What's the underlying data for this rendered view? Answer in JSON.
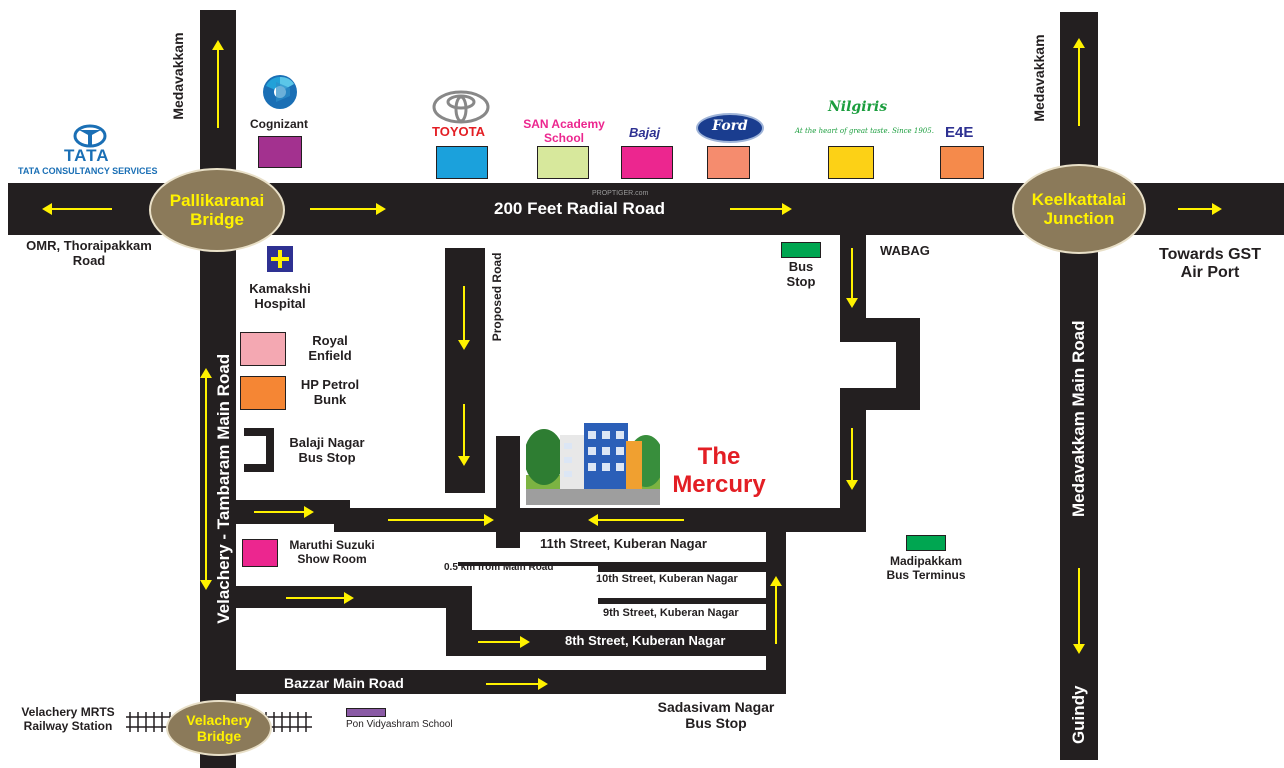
{
  "roads": {
    "radial": "200 Feet Radial Road",
    "velachery_tambaram": "Velachery - Tambaram Main Road",
    "medavakkam_main": "Medavakkam Main Road",
    "medavakkam_left": "Medavakkam",
    "medavakkam_right": "Medavakkam",
    "proposed": "Proposed Road",
    "street11": "11th Street, Kuberan Nagar",
    "street10": "10th Street, Kuberan Nagar",
    "street9": "9th Street, Kuberan Nagar",
    "street8": "8th Street, Kuberan Nagar",
    "bazzar": "Bazzar Main Road",
    "distance_note": "0.5 km from Main Road",
    "guindy": "Guindy"
  },
  "junctions": {
    "pallikaranai": "Pallikaranai\nBridge",
    "keelkattalai": "Keelkattalai\nJunction",
    "velachery_bridge": "Velachery\nBridge"
  },
  "directions": {
    "omr": "OMR, Thoraipakkam\nRoad",
    "gst": "Towards GST\nAir Port",
    "mrts": "Velachery MRTS\nRailway Station"
  },
  "brands": {
    "cognizant": "Cognizant",
    "tata": "TATA",
    "tata_sub": "TATA CONSULTANCY SERVICES",
    "toyota": "TOYOTA",
    "san_academy": "SAN Academy\nSchool",
    "bajaj": "Bajaj",
    "ford": "Ford",
    "nilgiris": "Nilgiris",
    "nilgiris_tag": "At the heart of great taste. Since 1905.",
    "e4e": "E4E"
  },
  "landmarks": {
    "kamakshi": "Kamakshi\nHospital",
    "royal_enfield": "Royal\nEnfield",
    "hp_petrol": "HP Petrol\nBunk",
    "balaji": "Balaji Nagar\nBus Stop",
    "maruthi": "Maruthi Suzuki\nShow Room",
    "bus_stop": "Bus\nStop",
    "wabag": "WABAG",
    "madipakkam": "Madipakkam\nBus Terminus",
    "sadasivam": "Sadasivam Nagar\nBus Stop",
    "pon_vidyashram": "Pon Vidyashram School"
  },
  "project": {
    "name": "The\nMercury"
  },
  "watermark": "PROPTIGER.com",
  "colors": {
    "road": "#231f20",
    "arrow": "#fff200",
    "junction": "#8b7a5a",
    "project_text": "#e31e24",
    "cognizant": "#a3318f",
    "toyota": "#1ba1dc",
    "san_academy": "#d7e89c",
    "bajaj": "#ec268f",
    "ford": "#f58c6e",
    "nilgiris": "#fcd116",
    "e4e": "#f58a4b",
    "royal_enfield": "#f4a8b2",
    "hp_petrol": "#f58634",
    "maruthi": "#ec268f",
    "bus_stop": "#00a651",
    "pon_vidyashram": "#8a5aa5",
    "hospital": "#2e3192"
  }
}
